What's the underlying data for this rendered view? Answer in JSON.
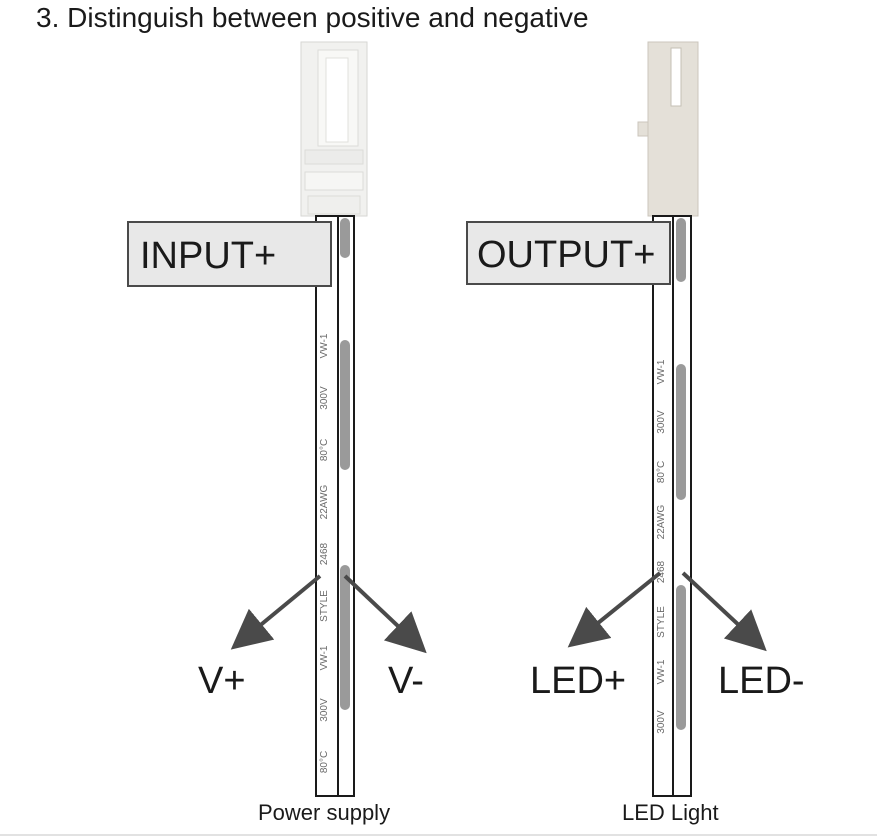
{
  "title": "3. Distinguish between positive and negative",
  "left_wire": {
    "label": "INPUT+",
    "pin_positive": "V+",
    "pin_negative": "V-",
    "caption": "Power supply",
    "print_texts": [
      "VW-1",
      "300V",
      "80°C",
      "22AWG",
      "2468",
      "STYLE",
      "VW-1",
      "300V",
      "80°C"
    ]
  },
  "right_wire": {
    "label": "OUTPUT+",
    "pin_positive": "LED+",
    "pin_negative": "LED-",
    "caption": "LED Light",
    "print_texts": [
      "VW-1",
      "300V",
      "80°C",
      "22AWG",
      "2468",
      "STYLE",
      "VW-1",
      "300V"
    ]
  },
  "colors": {
    "connector": "#f1f1ef",
    "connector_right": "#e4e0d8",
    "label_box": "#e8e8e8",
    "stripe": "#9a9a9a",
    "arrow": "#4a4a4a",
    "text": "#1a1a1a"
  }
}
